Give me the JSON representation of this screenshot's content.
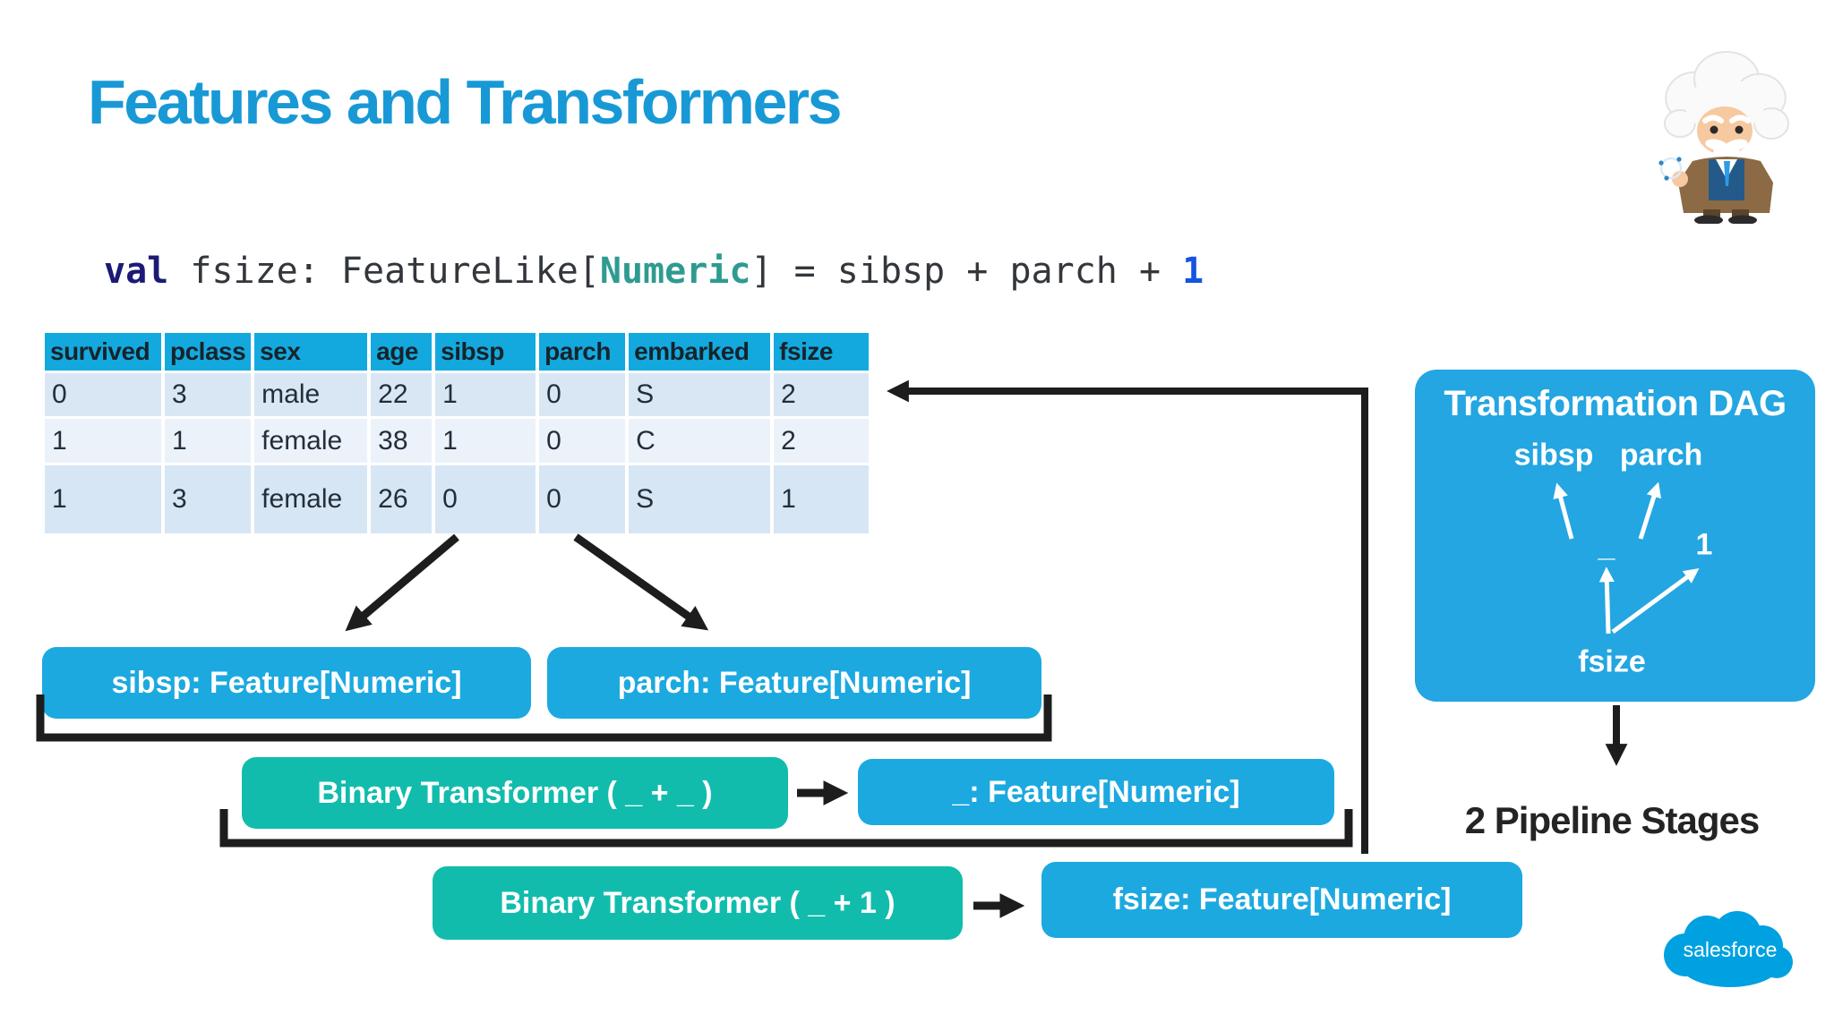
{
  "slide": {
    "title": "Features and Transformers",
    "code": {
      "keyword": "val",
      "segment1": " fsize: FeatureLike[",
      "type_param": "Numeric",
      "segment2": "] = sibsp + parch + ",
      "literal": "1"
    },
    "table": {
      "columns": [
        "survived",
        "pclass",
        "sex",
        "age",
        "sibsp",
        "parch",
        "embarked",
        "fsize"
      ],
      "rows": [
        [
          "0",
          "3",
          "male",
          "22",
          "1",
          "0",
          "S",
          "2"
        ],
        [
          "1",
          "1",
          "female",
          "38",
          "1",
          "0",
          "C",
          "2"
        ],
        [
          "1",
          "3",
          "female",
          "26",
          "0",
          "0",
          "S",
          "1"
        ]
      ]
    },
    "boxes": {
      "sibsp_feature": "sibsp: Feature[Numeric]",
      "parch_feature": "parch: Feature[Numeric]",
      "binary_transformer_1": "Binary Transformer ( _ + _ )",
      "anonymous_feature": "_: Feature[Numeric]",
      "binary_transformer_2": "Binary Transformer ( _ + 1 )",
      "fsize_feature": "fsize: Feature[Numeric]"
    },
    "dag": {
      "title": "Transformation DAG",
      "nodes": [
        "sibsp",
        "parch",
        "_",
        "1",
        "fsize"
      ]
    },
    "pipeline_caption": "2 Pipeline Stages",
    "branding": {
      "logo_text": "salesforce"
    },
    "colors": {
      "title_blue": "#1899D6",
      "table_header_cyan": "#14A9DE",
      "row_light_blue": "#D9E7F5",
      "row_lighter_blue": "#EBF2FA",
      "feature_box_blue": "#1CA9E0",
      "transformer_teal": "#12BCAD",
      "dag_panel_blue": "#23A6E1",
      "arrow_black": "#1D1D1D",
      "code_keyword_navy": "#1C1A75",
      "code_type_teal": "#2F9B90",
      "code_literal_blue": "#1454DF",
      "salesforce_blue": "#00A1E0"
    }
  }
}
